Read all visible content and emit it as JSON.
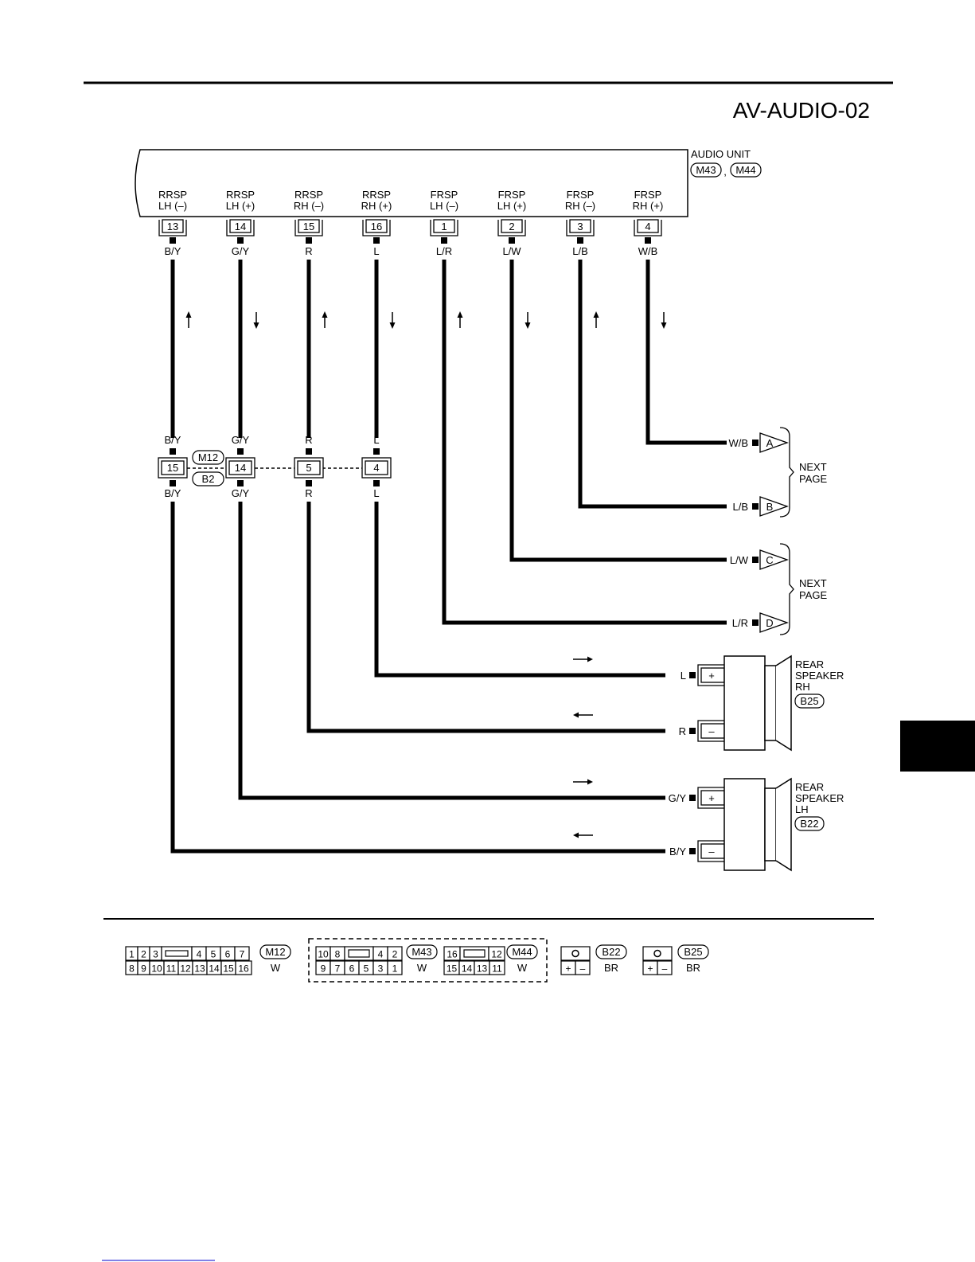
{
  "page": {
    "title": "AV-AUDIO-02"
  },
  "audio_unit": {
    "label": "AUDIO UNIT",
    "connectors": [
      "M43",
      "M44"
    ],
    "separator": ",",
    "terminals": [
      {
        "line1": "RRSP",
        "line2": "LH (–)",
        "pin": "13",
        "color": "B/Y",
        "dir": "up"
      },
      {
        "line1": "RRSP",
        "line2": "LH (+)",
        "pin": "14",
        "color": "G/Y",
        "dir": "down"
      },
      {
        "line1": "RRSP",
        "line2": "RH (–)",
        "pin": "15",
        "color": "R",
        "dir": "up"
      },
      {
        "line1": "RRSP",
        "line2": "RH (+)",
        "pin": "16",
        "color": "L",
        "dir": "down"
      },
      {
        "line1": "FRSP",
        "line2": "LH (–)",
        "pin": "1",
        "color": "L/R",
        "dir": "up"
      },
      {
        "line1": "FRSP",
        "line2": "LH (+)",
        "pin": "2",
        "color": "L/W",
        "dir": "down"
      },
      {
        "line1": "FRSP",
        "line2": "RH (–)",
        "pin": "3",
        "color": "L/B",
        "dir": "up"
      },
      {
        "line1": "FRSP",
        "line2": "RH (+)",
        "pin": "4",
        "color": "W/B",
        "dir": "down"
      }
    ]
  },
  "joint_connector": {
    "ids": [
      "M12",
      "B2"
    ],
    "pins": [
      {
        "pin": "15",
        "top_color": "B/Y",
        "bottom_color": "B/Y"
      },
      {
        "pin": "14",
        "top_color": "G/Y",
        "bottom_color": "G/Y"
      },
      {
        "pin": "5",
        "top_color": "R",
        "bottom_color": "R"
      },
      {
        "pin": "4",
        "top_color": "L",
        "bottom_color": "L"
      }
    ]
  },
  "next_page": {
    "label_line1": "NEXT",
    "label_line2": "PAGE",
    "refs": [
      {
        "letter": "A",
        "color": "W/B"
      },
      {
        "letter": "B",
        "color": "L/B"
      },
      {
        "letter": "C",
        "color": "L/W"
      },
      {
        "letter": "D",
        "color": "L/R"
      }
    ]
  },
  "speakers": [
    {
      "line1": "REAR",
      "line2": "SPEAKER",
      "line3": "RH",
      "connector": "B25",
      "plus_color": "L",
      "minus_color": "R",
      "plus": "+",
      "minus": "–"
    },
    {
      "line1": "REAR",
      "line2": "SPEAKER",
      "line3": "LH",
      "connector": "B22",
      "plus_color": "G/Y",
      "minus_color": "B/Y",
      "plus": "+",
      "minus": "–"
    }
  ],
  "connector_views": {
    "m12": {
      "id": "M12",
      "color": "W",
      "row1": [
        "1",
        "2",
        "3",
        "4",
        "5",
        "6",
        "7"
      ],
      "row2": [
        "8",
        "9",
        "10",
        "11",
        "12",
        "13",
        "14",
        "15",
        "16"
      ]
    },
    "m43": {
      "id": "M43",
      "color": "W",
      "row1": [
        "10",
        "8",
        "4",
        "2"
      ],
      "row2": [
        "9",
        "7",
        "6",
        "5",
        "3",
        "1"
      ]
    },
    "m44": {
      "id": "M44",
      "color": "W",
      "row1": [
        "16",
        "12"
      ],
      "row2": [
        "15",
        "14",
        "13",
        "11"
      ]
    },
    "b22": {
      "id": "B22",
      "color": "BR",
      "pins": [
        "+",
        "–"
      ]
    },
    "b25": {
      "id": "B25",
      "color": "BR",
      "pins": [
        "+",
        "–"
      ]
    }
  },
  "colors": {
    "ink": "#000000",
    "paper": "#ffffff"
  }
}
